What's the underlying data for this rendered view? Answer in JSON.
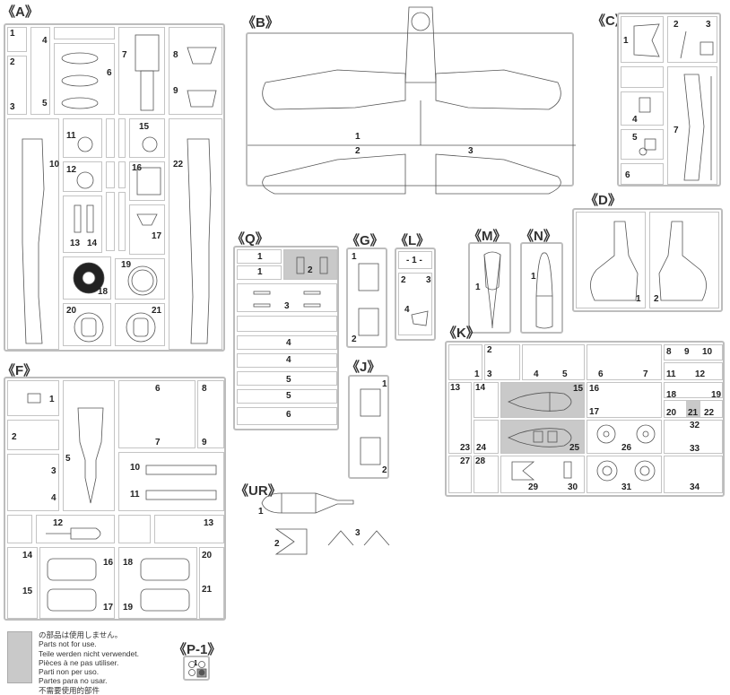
{
  "title": "Sprue parts map",
  "sprues": {
    "A": {
      "label": "《A》",
      "parts": [
        "1",
        "2",
        "3",
        "4",
        "5",
        "6",
        "7",
        "8",
        "9",
        "10",
        "11",
        "12",
        "13",
        "14",
        "15",
        "16",
        "17",
        "18",
        "19",
        "20",
        "21",
        "22"
      ]
    },
    "B": {
      "label": "《B》",
      "parts": [
        "1",
        "2",
        "3"
      ]
    },
    "C": {
      "label": "《C》",
      "parts": [
        "1",
        "2",
        "3",
        "4",
        "5",
        "6",
        "7"
      ]
    },
    "D": {
      "label": "《D》",
      "parts": [
        "1",
        "2"
      ]
    },
    "Q": {
      "label": "《Q》",
      "parts": [
        "1",
        "1",
        "2",
        "3",
        "4",
        "4",
        "5",
        "5",
        "6"
      ]
    },
    "G": {
      "label": "《G》",
      "parts": [
        "1",
        "2"
      ]
    },
    "L": {
      "label": "《L》",
      "parts": [
        "- 1 -",
        "2",
        "3",
        "4"
      ]
    },
    "M": {
      "label": "《M》",
      "parts": [
        "1"
      ]
    },
    "N": {
      "label": "《N》",
      "parts": [
        "1"
      ]
    },
    "J": {
      "label": "《J》",
      "parts": [
        "1",
        "2"
      ]
    },
    "K": {
      "label": "《K》",
      "parts": [
        "1",
        "2",
        "3",
        "4",
        "5",
        "6",
        "7",
        "8",
        "9",
        "10",
        "11",
        "12",
        "13",
        "14",
        "15",
        "16",
        "17",
        "18",
        "19",
        "20",
        "21",
        "22",
        "23",
        "24",
        "25",
        "26",
        "27",
        "28",
        "29",
        "30",
        "31",
        "32",
        "33",
        "34"
      ]
    },
    "F": {
      "label": "《F》",
      "parts": [
        "1",
        "2",
        "3",
        "4",
        "5",
        "6",
        "7",
        "8",
        "9",
        "10",
        "11",
        "12",
        "13",
        "14",
        "15",
        "16",
        "17",
        "18",
        "19",
        "20",
        "21"
      ]
    },
    "UR": {
      "label": "《UR》",
      "parts": [
        "1",
        "2",
        "3"
      ]
    },
    "P1": {
      "label": "《P-1》",
      "parts": [
        "1"
      ]
    }
  },
  "legend": {
    "swatch_color": "#c9c9c9",
    "lines": [
      "の部品は使用しません。",
      "Parts not for use.",
      "Teile werden nicht verwendet.",
      "Pièces à ne pas utiliser.",
      "Parti non per uso.",
      "Partes para no usar.",
      "不需要使用的部件"
    ]
  },
  "colors": {
    "frame": "#bdbdbd",
    "unused_parts": "#c9c9c9",
    "ink": "#333333"
  }
}
